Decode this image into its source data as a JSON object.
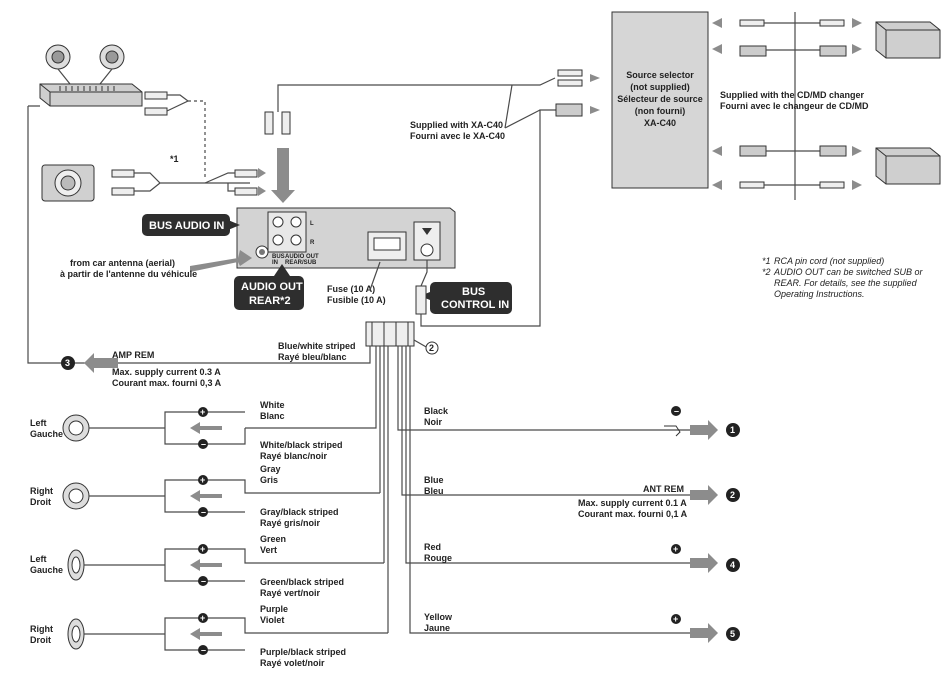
{
  "labels": {
    "source_selector": [
      "Source selector",
      "(not supplied)",
      "Sélecteur de source",
      "(non fourni)",
      "XA-C40"
    ],
    "supplied_changer": [
      "Supplied with the CD/MD changer",
      "Fourni avec le changeur de CD/MD"
    ],
    "supplied_xa": [
      "Supplied with XA-C40",
      "Fourni avec le XA-C40"
    ],
    "bus_audio_in": "BUS AUDIO IN",
    "audio_out_rear": [
      "AUDIO OUT",
      "REAR*2"
    ],
    "bus_control_in": [
      "BUS",
      "CONTROL IN"
    ],
    "antenna": [
      "from car antenna (aerial)",
      "à partir de l'antenne du véhicule"
    ],
    "fuse": [
      "Fuse (10 A)",
      "Fusible (10 A)"
    ],
    "blue_white": [
      "Blue/white striped",
      "Rayé bleu/blanc"
    ],
    "amp_rem": "AMP REM",
    "amp_rem_current": [
      "Max. supply current 0.3 A",
      "Courant max. fourni 0,3 A"
    ],
    "ant_rem": "ANT REM",
    "ant_rem_current": [
      "Max. supply current 0.1 A",
      "Courant max. fourni 0,1 A"
    ],
    "star1": "*1",
    "note1": "RCA pin cord (not supplied)",
    "note2": [
      "AUDIO OUT can be switched SUB or",
      "REAR. For details, see the supplied",
      "Operating Instructions."
    ],
    "note1_mark": "*1",
    "note2_mark": "*2",
    "unit_port_l": "L",
    "unit_port_r": "R",
    "unit_sub": [
      "BUS",
      "IN"
    ],
    "unit_audio": [
      "AUDIO OUT",
      "REAR/SUB"
    ],
    "circle2": "2",
    "speakers": [
      {
        "side": [
          "Left",
          "Gauche"
        ],
        "pos": [
          "White",
          "Blanc"
        ],
        "neg": [
          "White/black striped",
          "Rayé blanc/noir"
        ]
      },
      {
        "side": [
          "Right",
          "Droit"
        ],
        "pos": [
          "Gray",
          "Gris"
        ],
        "neg": [
          "Gray/black striped",
          "Rayé gris/noir"
        ]
      },
      {
        "side": [
          "Left",
          "Gauche"
        ],
        "pos": [
          "Green",
          "Vert"
        ],
        "neg": [
          "Green/black striped",
          "Rayé vert/noir"
        ]
      },
      {
        "side": [
          "Right",
          "Droit"
        ],
        "pos": [
          "Purple",
          "Violet"
        ],
        "neg": [
          "Purple/black striped",
          "Rayé volet/noir"
        ]
      }
    ],
    "power_wires": [
      {
        "color": [
          "Black",
          "Noir"
        ],
        "num": "1"
      },
      {
        "color": [
          "Blue",
          "Bleu"
        ],
        "num": "2"
      },
      {
        "color": [
          "Red",
          "Rouge"
        ],
        "num": "4"
      },
      {
        "color": [
          "Yellow",
          "Jaune"
        ],
        "num": "5"
      }
    ],
    "amp_num": "3"
  }
}
